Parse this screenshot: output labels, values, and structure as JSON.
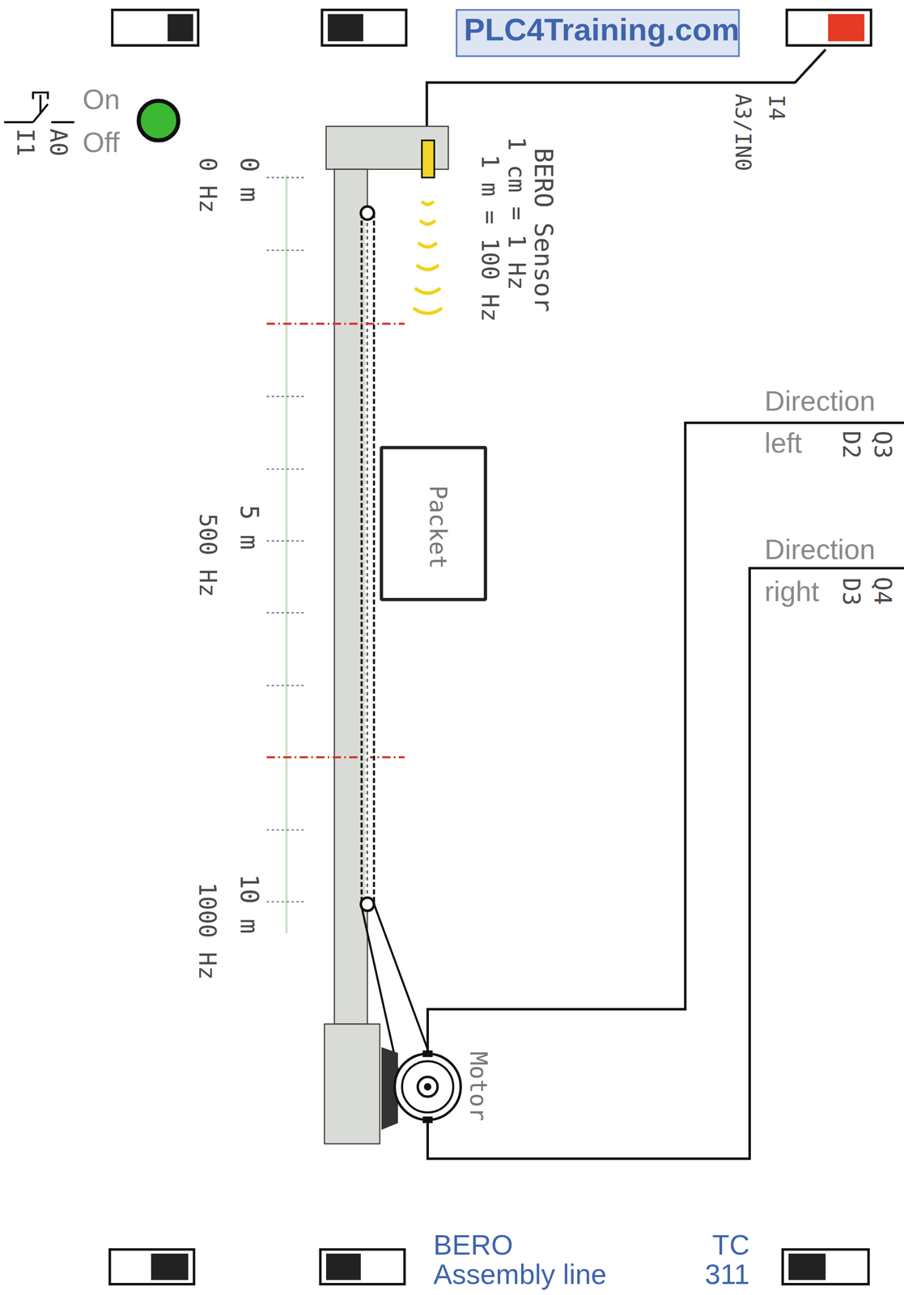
{
  "diagram": {
    "title": "BERO Assembly line",
    "nodes": [
      {
        "text": [
          "Packet"
        ]
      },
      {
        "text": [
          "Motor"
        ]
      }
    ],
    "labels": [
      "PLC4Training.com",
      "On",
      "Off",
      "A0",
      "I1",
      "I4",
      "A3/IN0",
      "BERO Sensor",
      "1 cm = 1 Hz",
      "1 m = 100 Hz",
      "0 m",
      "0 Hz",
      "5 m",
      "500 Hz",
      "10 m",
      "1000 Hz",
      "Direction left",
      "Q3",
      "D2",
      "Direction right",
      "Q4",
      "D3",
      "TC 311"
    ]
  }
}
